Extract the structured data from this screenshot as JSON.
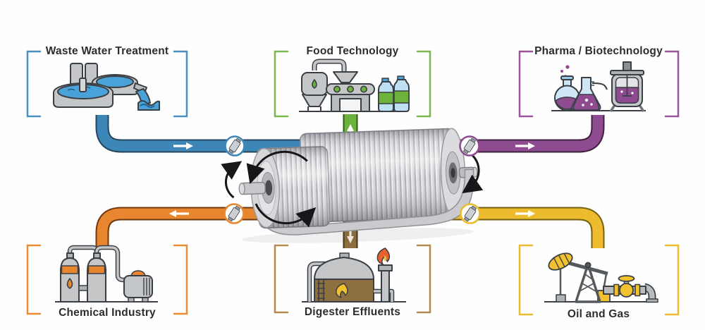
{
  "diagram": {
    "background": "#fefefe",
    "center_device": {
      "icon": "rotating-disc-filter-icon",
      "rotation_arrows": "counterclockwise-left, clockwise-right"
    },
    "sections": {
      "waste_water": {
        "label": "Waste Water Treatment",
        "position": "top-left",
        "frame_color": "#4a90c0",
        "pipe_color": "#3d87b8",
        "pipe_edge_color": "#27455f",
        "flow_arrow": "right",
        "icon": "wastewater-clarifier-icon",
        "badge_icon": "filter-cartridge-icon"
      },
      "food": {
        "label": "Food Technology",
        "position": "top-center",
        "frame_color": "#7cb750",
        "pipe_color": "#6cb23c",
        "pipe_edge_color": "#2f5a17",
        "flow_arrow": "up",
        "icon": "food-processing-line-icon"
      },
      "pharma": {
        "label": "Pharma / Biotechnology",
        "position": "top-right",
        "frame_color": "#9a549a",
        "pipe_color": "#8f4b8f",
        "pipe_edge_color": "#3f2140",
        "flow_arrow": "right",
        "icon": "lab-flasks-bioreactor-icon",
        "badge_icon": "filter-cartridge-icon"
      },
      "chemical": {
        "label": "Chemical Industry",
        "position": "bottom-left",
        "frame_color": "#ec8b33",
        "pipe_color": "#e8862f",
        "pipe_edge_color": "#70390d",
        "flow_arrow": "left",
        "icon": "chemical-tanks-pump-icon",
        "badge_icon": "filter-cartridge-icon"
      },
      "digester": {
        "label": "Digester Effluents",
        "position": "bottom-center",
        "frame_color": "#b18b4f",
        "pipe_color": "#8e7040",
        "pipe_edge_color": "#463618",
        "flow_arrow": "down",
        "icon": "digester-tank-flare-icon"
      },
      "oil_gas": {
        "label": "Oil and Gas",
        "position": "bottom-right",
        "frame_color": "#ecbc2e",
        "pipe_color": "#ecbc2e",
        "pipe_edge_color": "#756011",
        "flow_arrow": "right",
        "icon": "pumpjack-valve-icon",
        "badge_icon": "filter-cartridge-icon"
      }
    }
  }
}
